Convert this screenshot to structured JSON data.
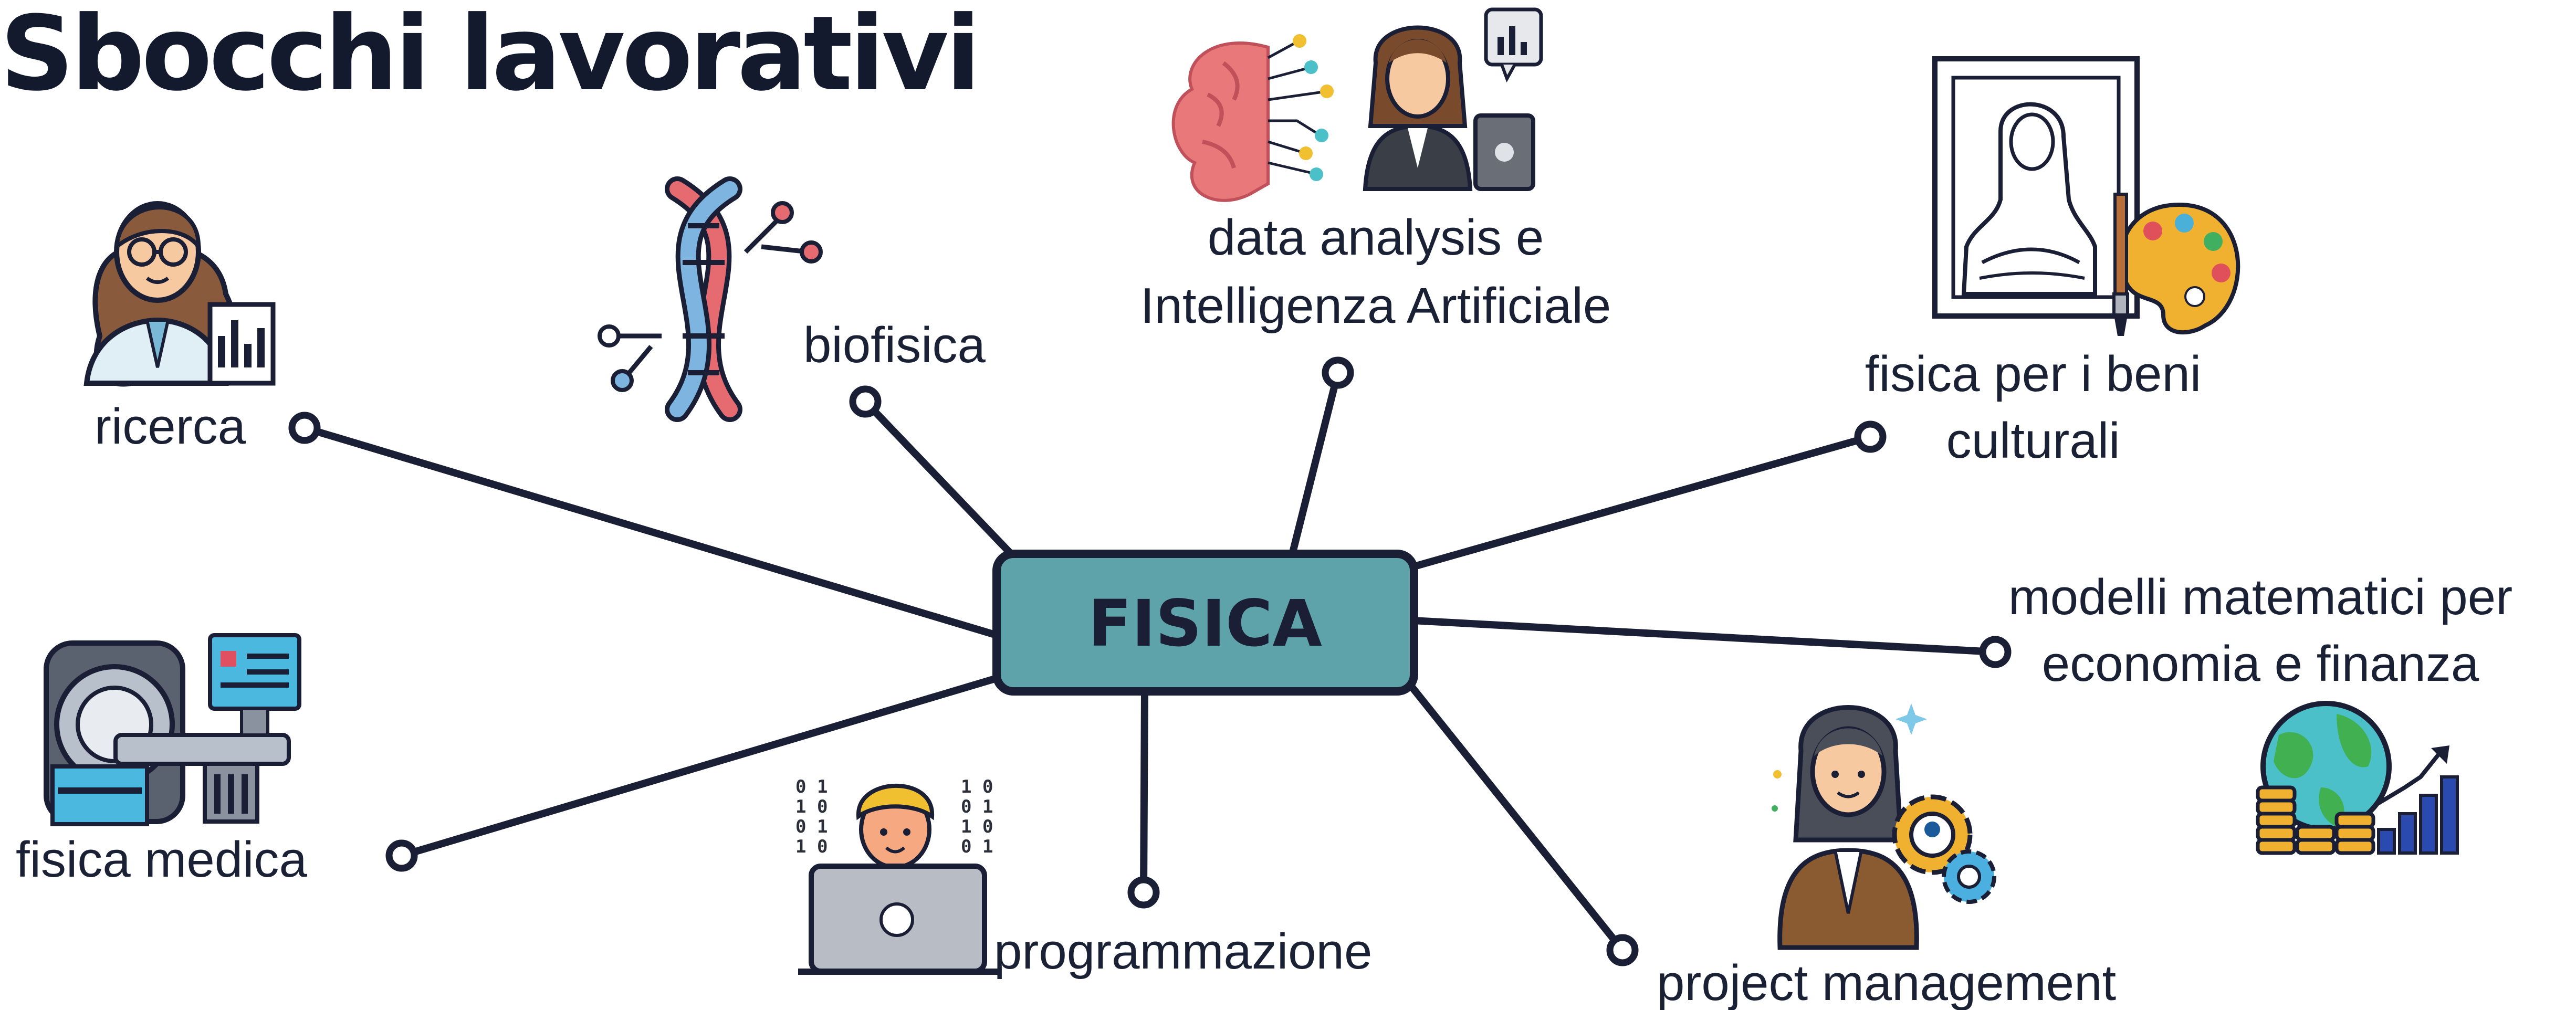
{
  "title": "Sbocchi lavorativi",
  "center": "FISICA",
  "colors": {
    "center_fill": "#5fa3aa",
    "line": "#1a1f36",
    "text": "#1b2135"
  },
  "nodes": {
    "ricerca": "ricerca",
    "biofisica": "biofisica",
    "data_ai": {
      "line1": "data analysis e",
      "line2": "Intelligenza Artificiale"
    },
    "beni_culturali": {
      "line1": "fisica per i beni",
      "line2": "culturali"
    },
    "modelli": {
      "line1": "modelli matematici per",
      "line2": "economia e finanza"
    },
    "project": "project management",
    "programmazione": "programmazione",
    "medica": "fisica medica"
  },
  "icons": {
    "ricerca": "scientist-icon",
    "biofisica": "dna-icon",
    "data_brain": "ai-brain-icon",
    "data_analyst": "data-analyst-icon",
    "beni": "mona-lisa-painting-icon",
    "palette": "palette-icon",
    "medica": "mri-scanner-icon",
    "programmazione": "programmer-icon",
    "project": "manager-gears-icon",
    "finance": "globe-finance-icon"
  },
  "binary_left": [
    "0 1",
    "1 0",
    "0 1",
    "1 0"
  ],
  "binary_right": [
    "1 0",
    "0 1",
    "1 0",
    "0 1"
  ]
}
